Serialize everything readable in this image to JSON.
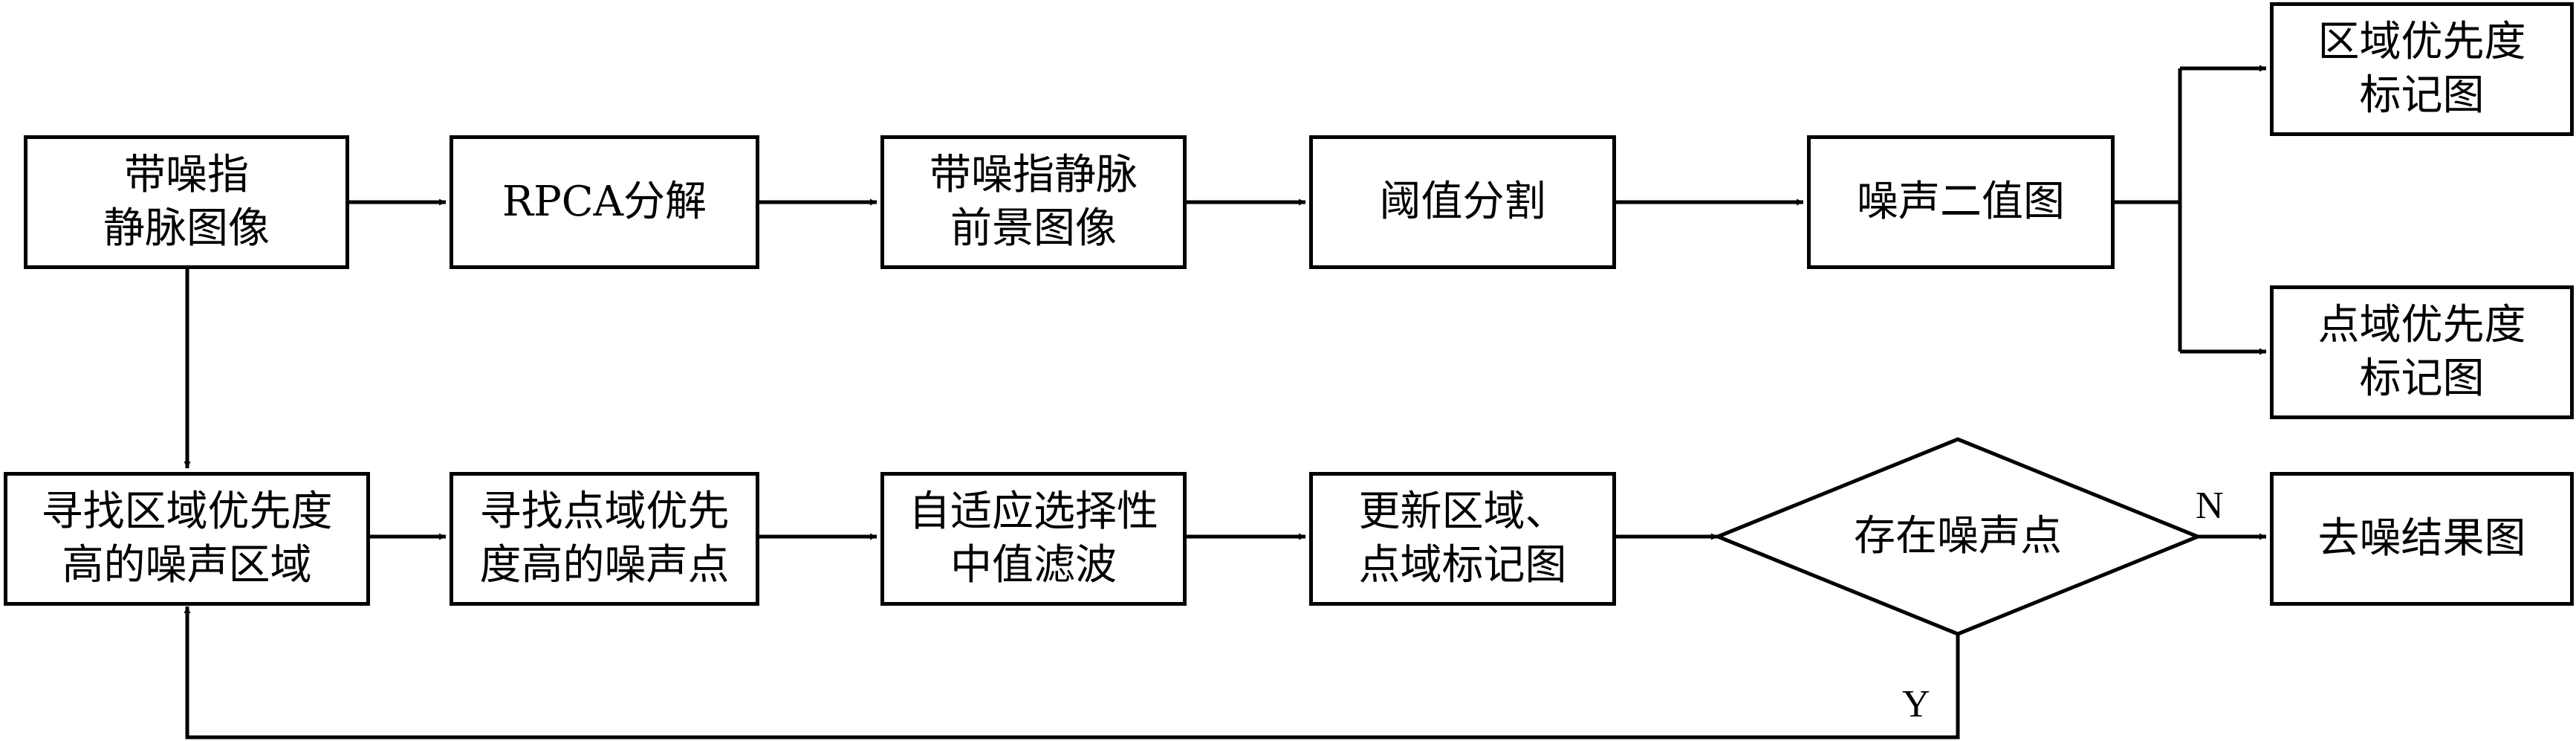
{
  "nodes": {
    "noisy_vein_image": "带噪指\n静脉图像",
    "rpca": "RPCA分解",
    "noisy_foreground": "带噪指静脉\n前景图像",
    "threshold": "阈值分割",
    "noise_binary": "噪声二值图",
    "region_priority_map": "区域优先度\n标记图",
    "point_priority_map": "点域优先度\n标记图",
    "find_region": "寻找区域优先度\n高的噪声区域",
    "find_point": "寻找点域优先\n度高的噪声点",
    "adaptive_median": "自适应选择性\n中值滤波",
    "update_maps": "更新区域、\n点域标记图",
    "exists_noise": "存在噪声点",
    "result": "去噪结果图"
  },
  "branch_labels": {
    "no": "N",
    "yes": "Y"
  }
}
